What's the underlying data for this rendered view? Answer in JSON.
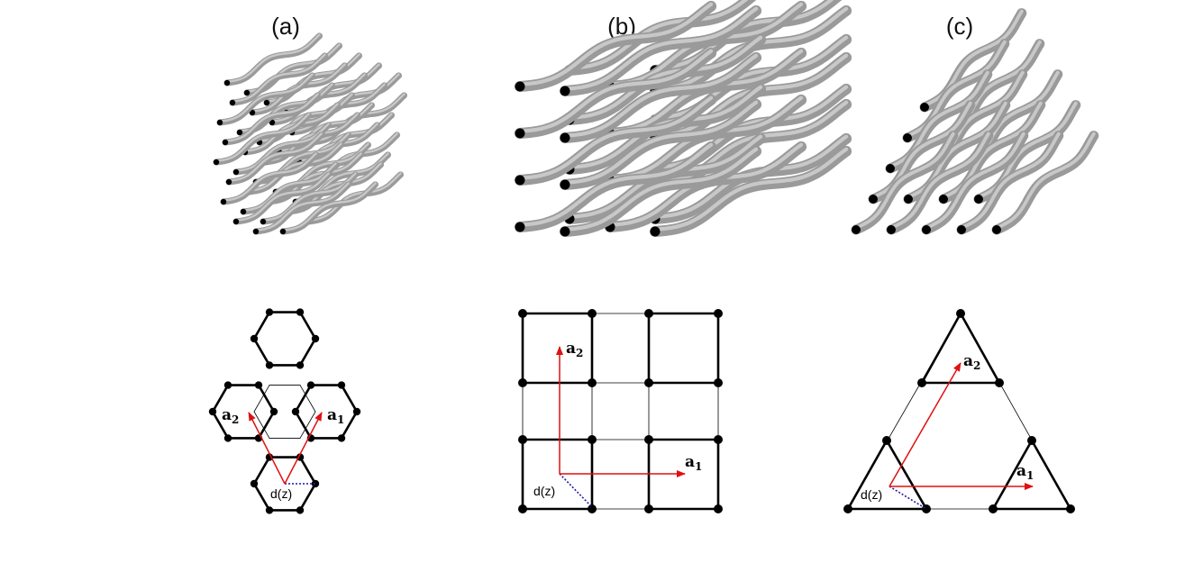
{
  "panels": [
    {
      "label": "(a)",
      "lattice": "honeycomb"
    },
    {
      "label": "(b)",
      "lattice": "square"
    },
    {
      "label": "(c)",
      "lattice": "triangular"
    }
  ],
  "annotations": {
    "a1": "a",
    "a1_sub": "1",
    "a2": "a",
    "a2_sub": "2",
    "dz": "d(z)"
  },
  "colors": {
    "strand": "#9a9a9a",
    "strand_highlight": "#c8c8c8",
    "node": "#000000",
    "vector": "#e01010",
    "offset": "#1a1aa0"
  }
}
